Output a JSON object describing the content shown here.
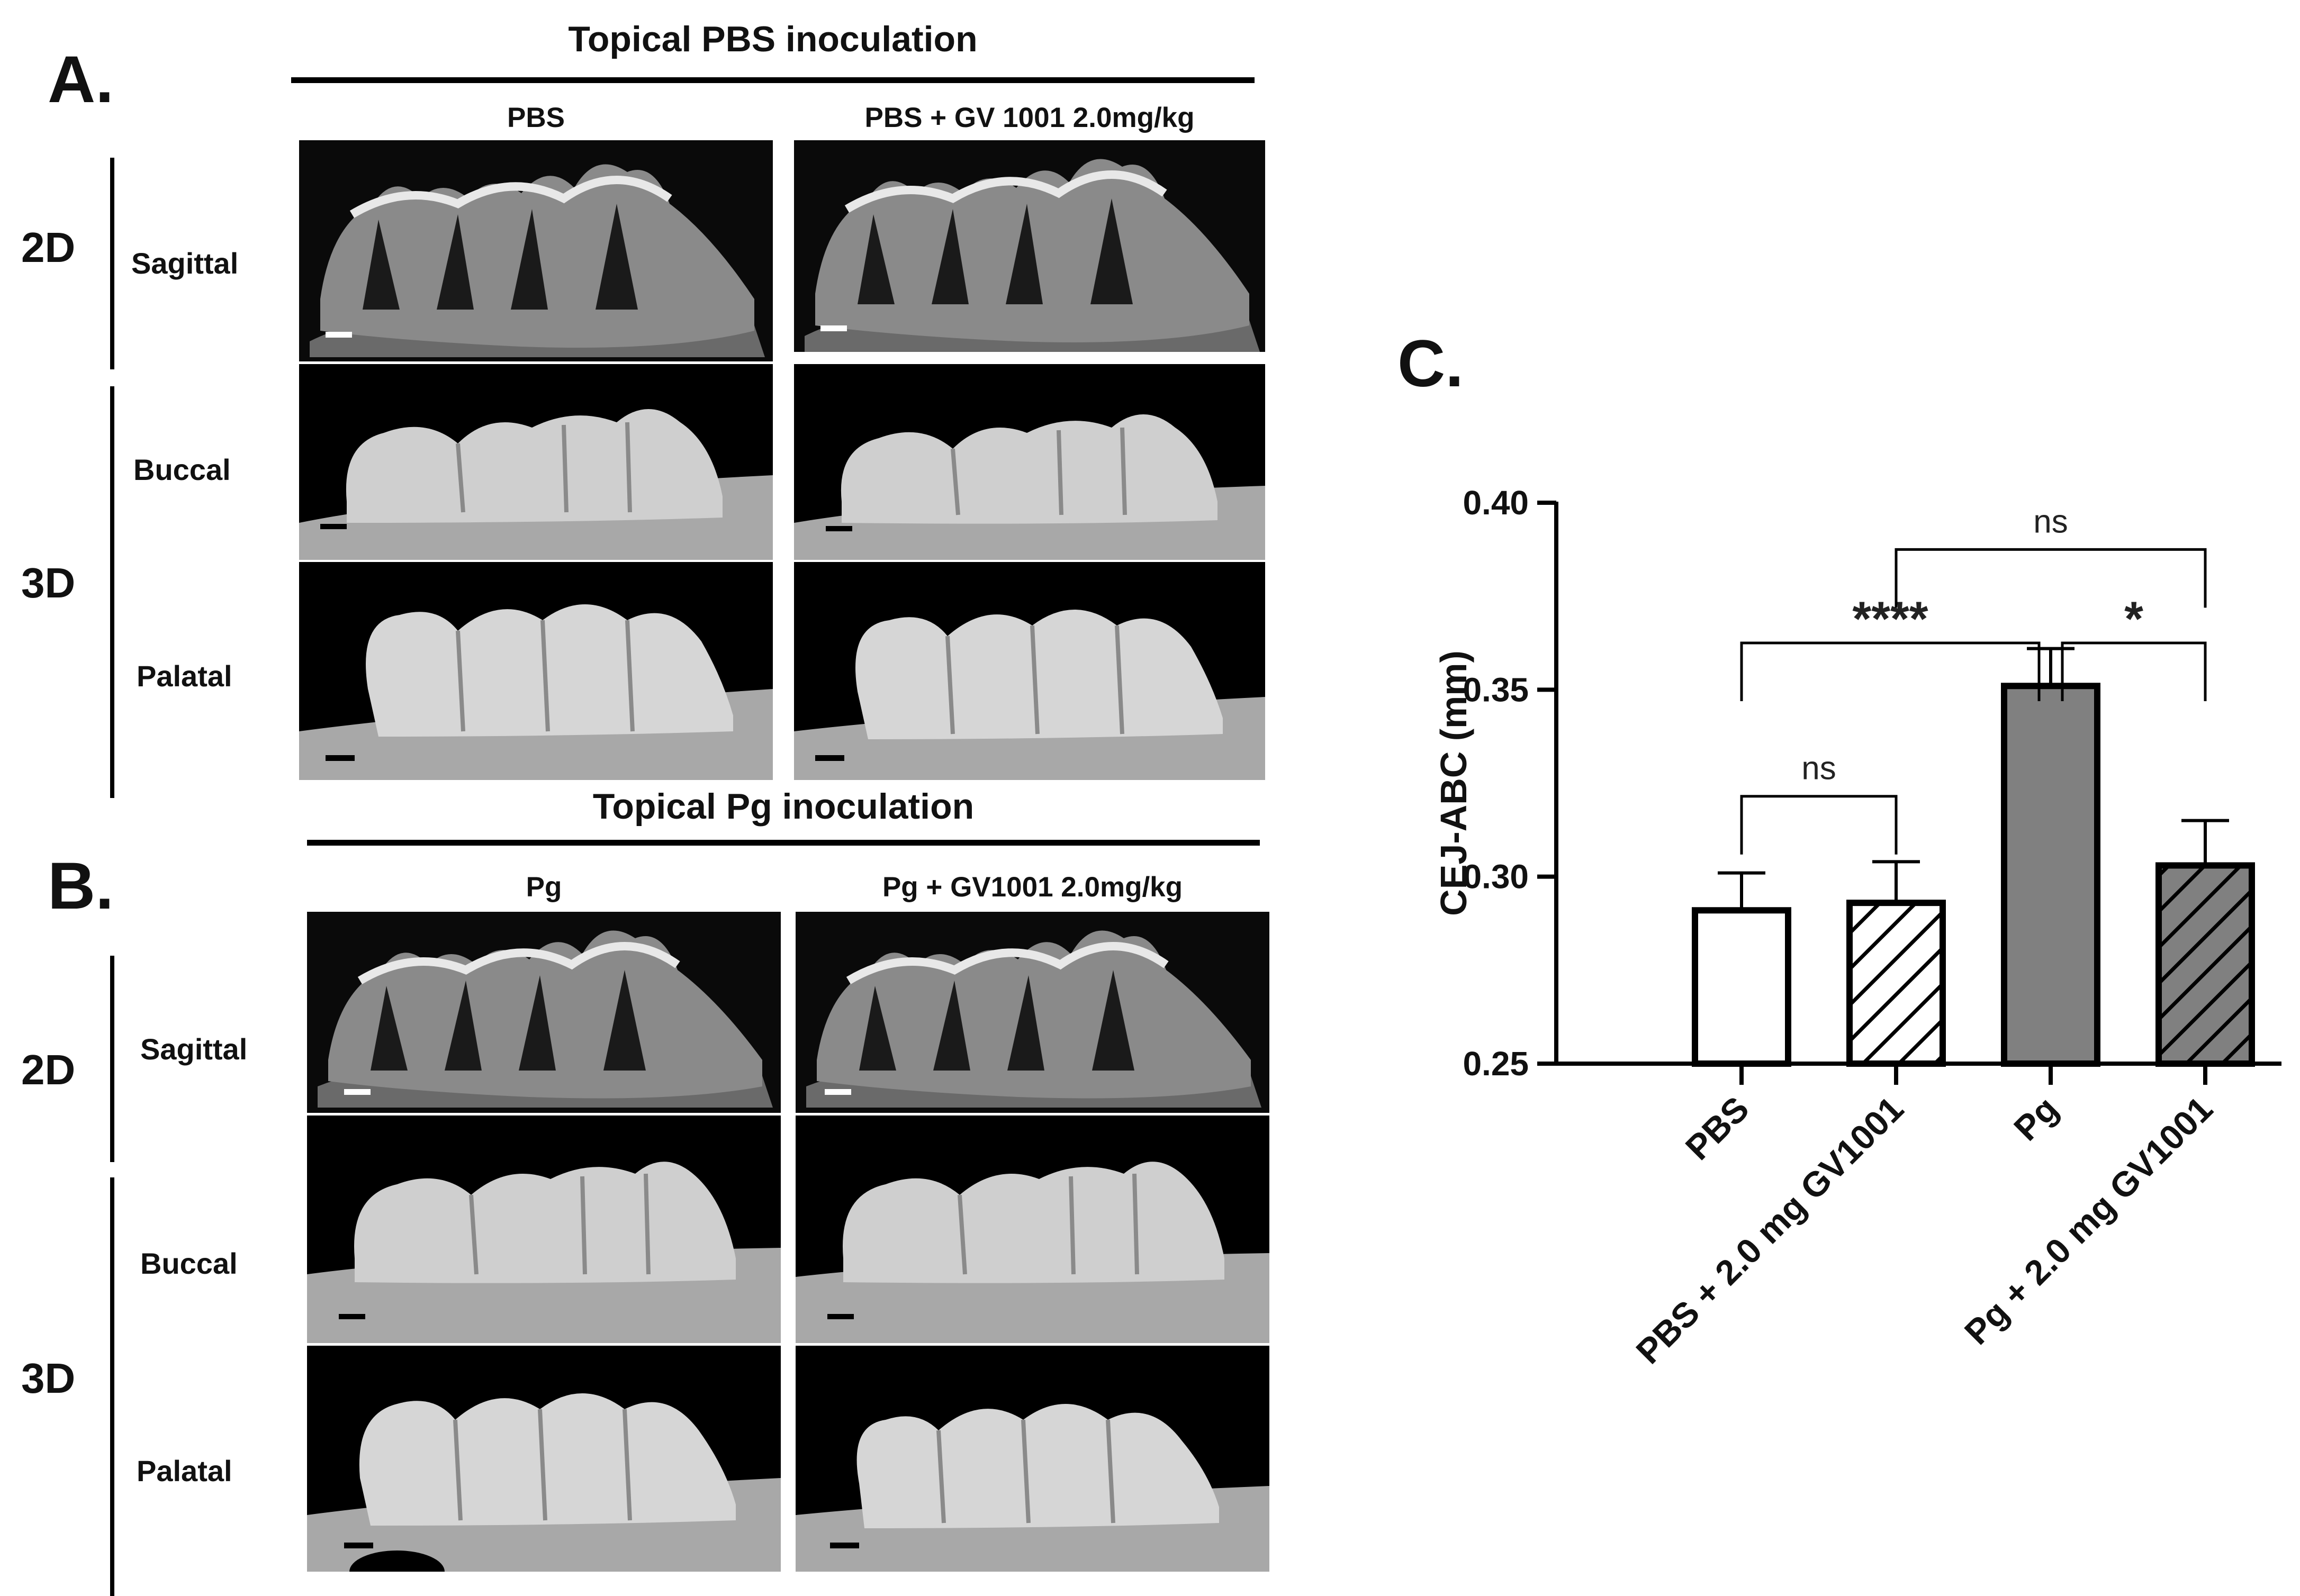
{
  "panel_a": {
    "letter": "A.",
    "heading": "Topical PBS inoculation",
    "columns": [
      "PBS",
      "PBS + GV 1001 2.0mg/kg"
    ]
  },
  "panel_b": {
    "letter": "B.",
    "heading": "Topical Pg inoculation",
    "columns": [
      "Pg",
      "Pg + GV1001 2.0mg/kg"
    ]
  },
  "row_labels": {
    "dim_2d": "2D",
    "dim_3d": "3D",
    "sagittal": "Sagittal",
    "buccal": "Buccal",
    "palatal": "Palatal"
  },
  "panel_c": {
    "letter": "C."
  },
  "chart_data": {
    "type": "bar",
    "title": "",
    "xlabel": "",
    "ylabel": "CEJ-ABC (mm)",
    "ylim": [
      0.25,
      0.4
    ],
    "yticks": [
      "0.25",
      "0.30",
      "0.35",
      "0.40"
    ],
    "grid": false,
    "categories": [
      "PBS",
      "PBS + 2.0 mg GV1001",
      "Pg",
      "Pg + 2.0 mg GV1001"
    ],
    "values": [
      0.291,
      0.293,
      0.351,
      0.303
    ],
    "errors": [
      0.01,
      0.011,
      0.01,
      0.012
    ],
    "fills": [
      "#ffffff",
      "#ffffff",
      "#808080",
      "#808080"
    ],
    "hatched": [
      false,
      true,
      false,
      true
    ],
    "significance": [
      {
        "from": 0,
        "to": 1,
        "label": "ns",
        "y": 0.3215
      },
      {
        "from": 0,
        "to": 2,
        "label": "****",
        "y": 0.3625
      },
      {
        "from": 2,
        "to": 3,
        "label": "*",
        "y": 0.3625
      },
      {
        "from": 1,
        "to": 3,
        "label": "ns",
        "y": 0.3875
      }
    ]
  }
}
